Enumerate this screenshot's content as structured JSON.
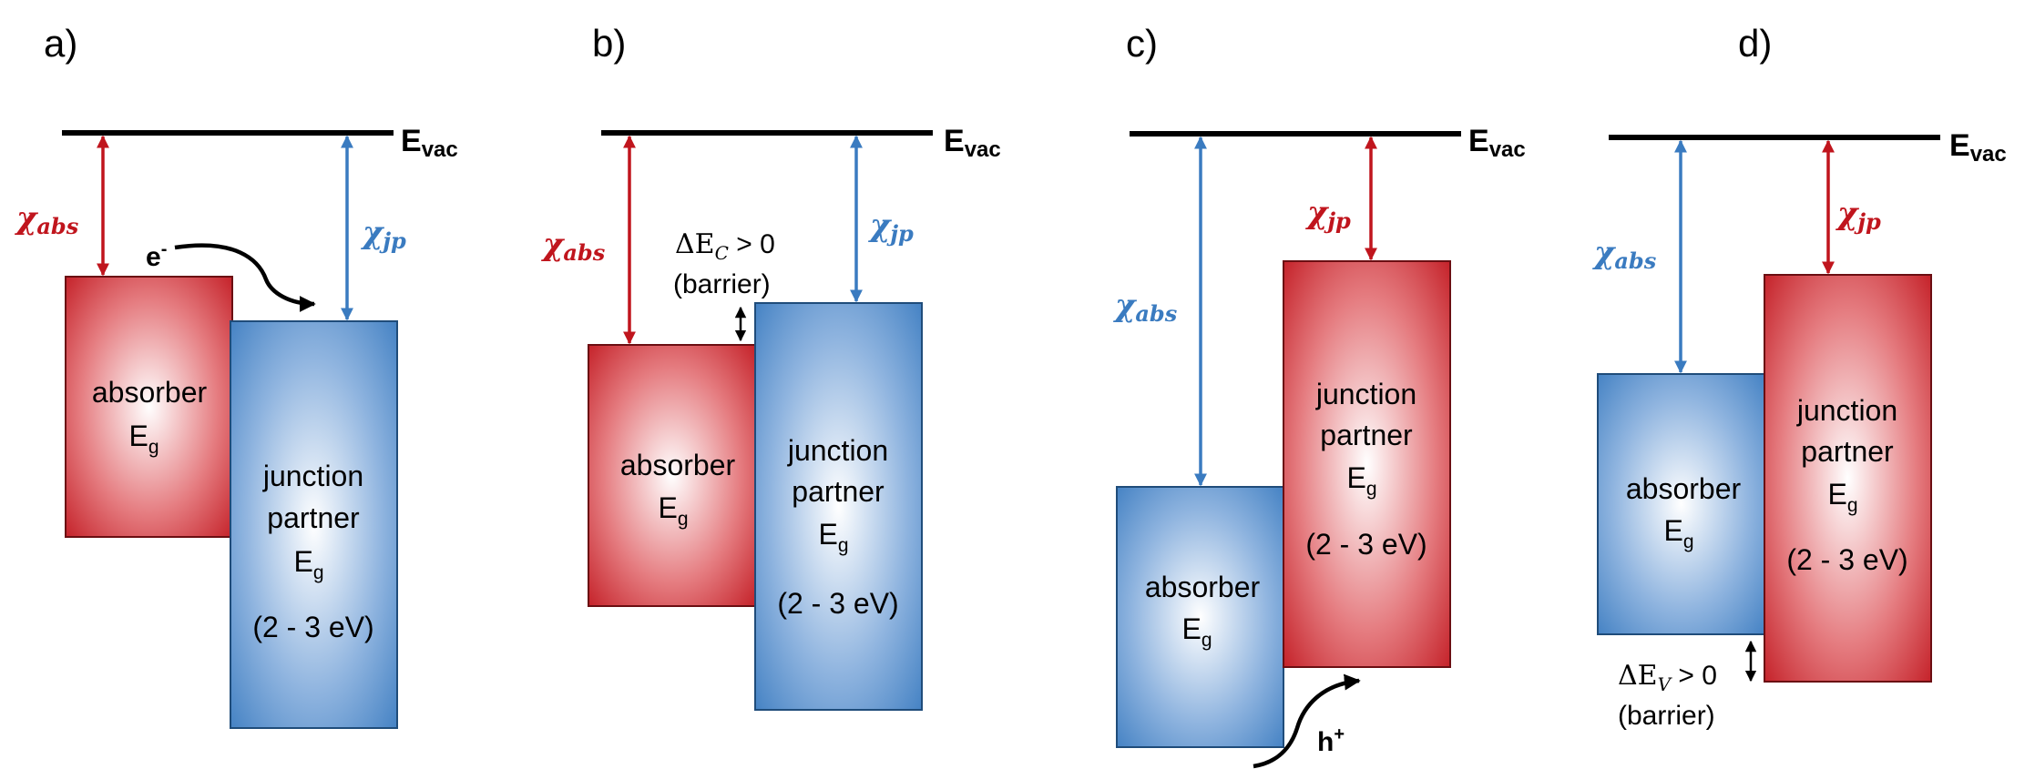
{
  "colors": {
    "red": "#c0151d",
    "blue": "#3a7bc0",
    "black": "#000000"
  },
  "common": {
    "evac_main": "E",
    "evac_sub": "vac",
    "eg_main": "E",
    "eg_sub": "g",
    "gap_range": "(2 - 3 eV)",
    "absorber": "absorber",
    "junction": "junction",
    "partner": "partner",
    "chi_symbol": "χ",
    "abs_sub": "abs",
    "jp_sub": "jp"
  },
  "panels": {
    "a": {
      "label": "a)",
      "chi_abs_color": "red",
      "chi_jp_color": "blue",
      "absorber_color": "red",
      "partner_color": "blue",
      "carrier_main": "e",
      "carrier_sup": "-"
    },
    "b": {
      "label": "b)",
      "chi_abs_color": "red",
      "chi_jp_color": "blue",
      "absorber_color": "red",
      "partner_color": "blue",
      "delta_main": "ΔE",
      "delta_sub": "C",
      "delta_rest": " > 0",
      "barrier": "(barrier)"
    },
    "c": {
      "label": "c)",
      "chi_abs_color": "blue",
      "chi_jp_color": "red",
      "absorber_color": "blue",
      "partner_color": "red",
      "carrier_main": "h",
      "carrier_sup": "+"
    },
    "d": {
      "label": "d)",
      "chi_abs_color": "blue",
      "chi_jp_color": "red",
      "absorber_color": "blue",
      "partner_color": "red",
      "delta_main": "ΔE",
      "delta_sub": "V",
      "delta_rest": " > 0",
      "barrier": "(barrier)"
    }
  }
}
